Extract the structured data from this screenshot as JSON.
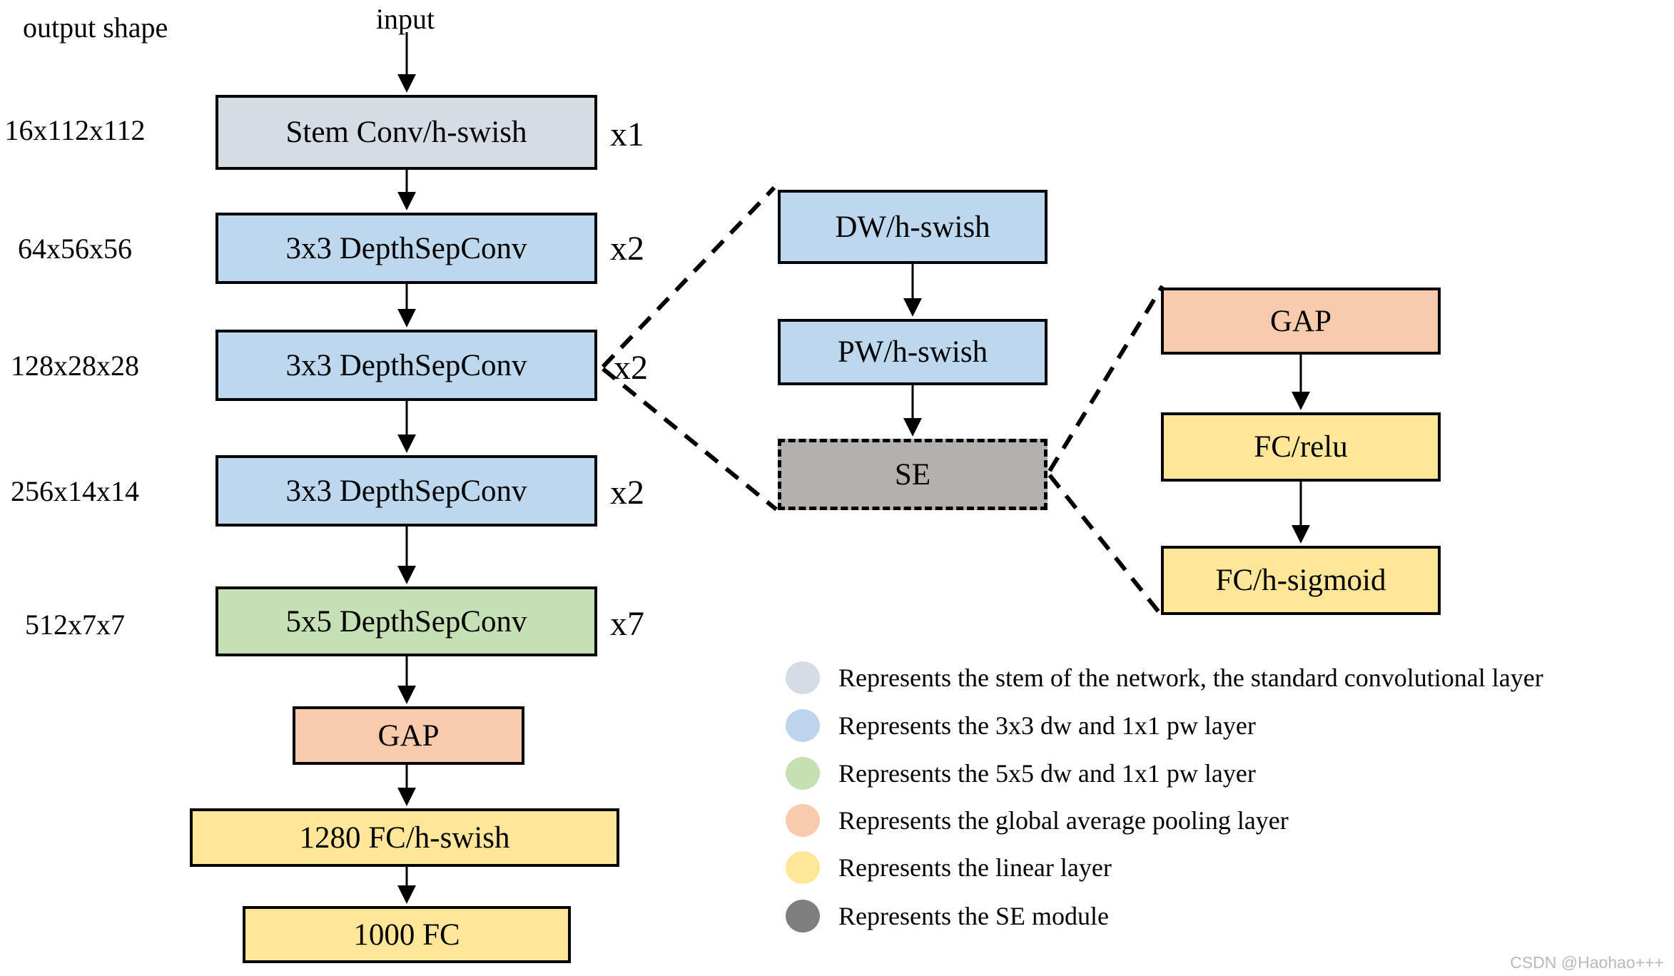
{
  "palette": {
    "stem": "#d6dce4",
    "blue": "#bdd7ee",
    "green": "#c5e0b4",
    "salmon": "#f8cbad",
    "yellow": "#ffe699",
    "se_gray": "#b3b0ad",
    "legend_stem": "#d6dce5",
    "legend_blue": "#bdd5ec",
    "legend_green": "#c6e0b4",
    "legend_salmon": "#f8cbad",
    "legend_yellow": "#ffe799",
    "legend_gray": "#7f7f7f",
    "line": "#000000",
    "watermark_gray": "#b9b9b9"
  },
  "header": {
    "output_shape_label": "output shape",
    "input_label": "input"
  },
  "output_shapes": [
    "16x112x112",
    "64x56x56",
    "128x28x28",
    "256x14x14",
    "512x7x7"
  ],
  "main_blocks": [
    {
      "label": "Stem Conv/h-swish",
      "multiplier": "x1"
    },
    {
      "label": "3x3 DepthSepConv",
      "multiplier": "x2"
    },
    {
      "label": "3x3 DepthSepConv",
      "multiplier": "x2"
    },
    {
      "label": "3x3 DepthSepConv",
      "multiplier": "x2"
    },
    {
      "label": "5x5 DepthSepConv",
      "multiplier": "x7"
    },
    {
      "label": "GAP"
    },
    {
      "label": "1280 FC/h-swish"
    },
    {
      "label": "1000 FC"
    }
  ],
  "depthsep_detail": {
    "dw_label": "DW/h-swish",
    "pw_label": "PW/h-swish",
    "se_label": "SE"
  },
  "se_detail": {
    "gap_label": "GAP",
    "fc_relu_label": "FC/relu",
    "fc_hsigmoid_label": "FC/h-sigmoid"
  },
  "legend": [
    {
      "color": "#d6dce5",
      "text": "Represents the stem of the network, the standard convolutional layer"
    },
    {
      "color": "#bdd5ec",
      "text": "Represents the 3x3 dw and 1x1 pw layer"
    },
    {
      "color": "#c6e0b4",
      "text": "Represents the 5x5 dw and 1x1 pw layer"
    },
    {
      "color": "#f8cbad",
      "text": "Represents the global average pooling layer"
    },
    {
      "color": "#ffe799",
      "text": "Represents the linear layer"
    },
    {
      "color": "#7f7f7f",
      "text": "Represents the SE module"
    }
  ],
  "watermark": "CSDN @Haohao+++"
}
